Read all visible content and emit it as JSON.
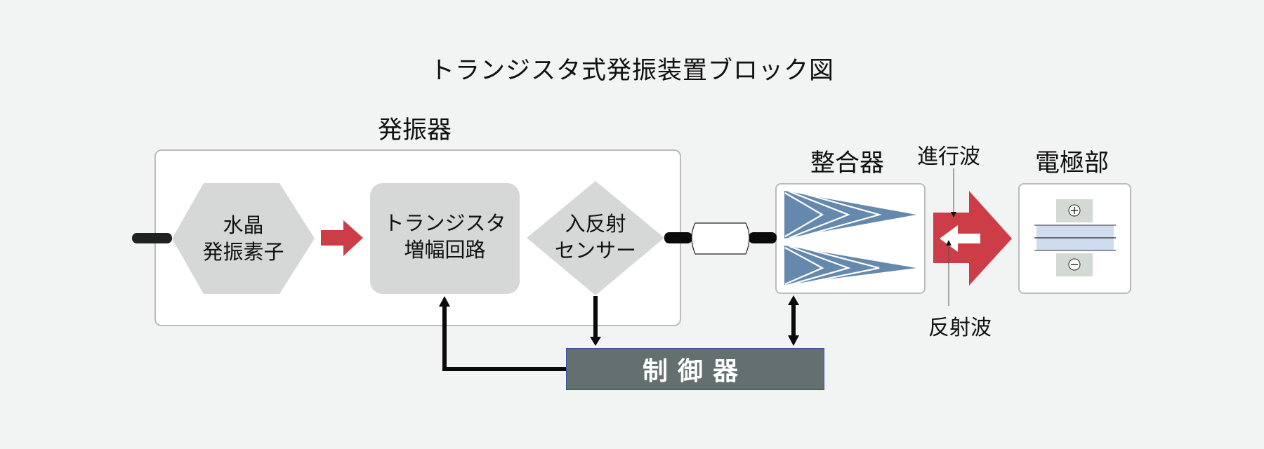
{
  "title": "トランジスタ式発振装置ブロック図",
  "oscillator": {
    "label": "発振器",
    "crystal": {
      "line1": "水晶",
      "line2": "発振素子"
    },
    "amplifier": {
      "line1": "トランジスタ",
      "line2": "増幅回路"
    },
    "sensor": {
      "line1": "入反射",
      "line2": "センサー"
    }
  },
  "matcher": {
    "label": "整合器"
  },
  "electrode": {
    "label": "電極部",
    "plus_symbol": "+",
    "minus_symbol": "−"
  },
  "waves": {
    "forward": "進行波",
    "reflected": "反射波"
  },
  "controller": {
    "label": "制御器"
  },
  "colors": {
    "accent_red": "#cc3d47",
    "matcher_blue": "#6588ad",
    "shape_gray": "#d5d8d7",
    "controller_gray": "#647070",
    "plate_blue": "#cfdcef",
    "terminal_green": "#d3dad4"
  }
}
